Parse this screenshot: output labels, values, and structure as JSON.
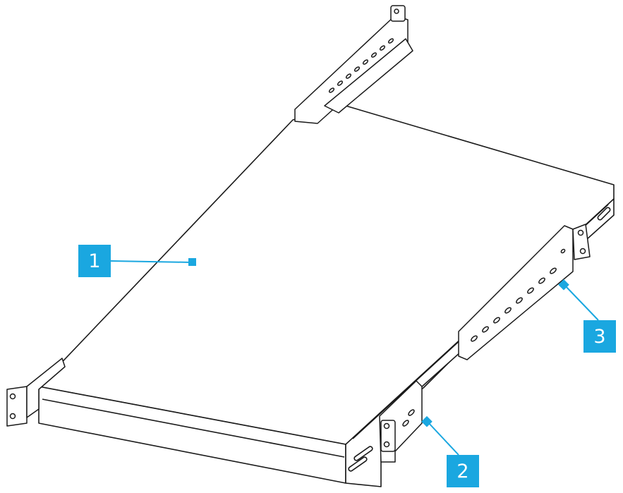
{
  "callouts": [
    {
      "id": "callout-1",
      "label": "1"
    },
    {
      "id": "callout-2",
      "label": "2"
    },
    {
      "id": "callout-3",
      "label": "3"
    }
  ],
  "colors": {
    "accent": "#1aa7e0",
    "line": "#1a1a1a",
    "fill": "#ffffff"
  },
  "icons": [
    "rack-shelf-drawing"
  ]
}
